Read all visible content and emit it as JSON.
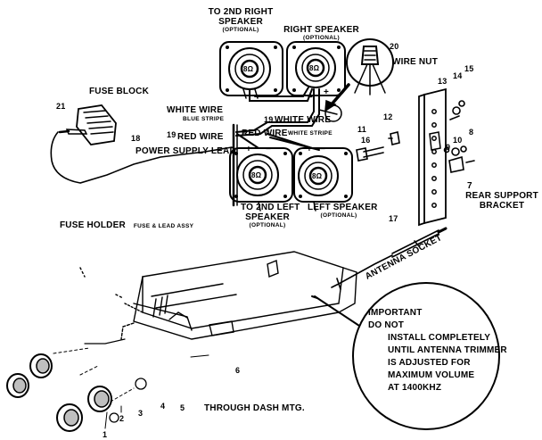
{
  "speakers": {
    "second_right": {
      "title_line1": "TO 2ND RIGHT",
      "title_line2": "SPEAKER",
      "note": "(OPTIONAL)",
      "ohm": "8Ω"
    },
    "right": {
      "title": "RIGHT SPEAKER",
      "note": "(OPTIONAL)",
      "ohm": "8Ω"
    },
    "second_left": {
      "title_line1": "TO 2ND LEFT",
      "title_line2": "SPEAKER",
      "note": "(OPTIONAL)",
      "ohm": "8Ω"
    },
    "left": {
      "title": "LEFT SPEAKER",
      "note": "(OPTIONAL)",
      "ohm": "8Ω"
    }
  },
  "wire_nut": {
    "number": "20",
    "label": "WIRE NUT"
  },
  "fuse_block": {
    "label": "FUSE BLOCK",
    "number": "21"
  },
  "fuse_holder": {
    "label": "FUSE HOLDER",
    "note": "FUSE & LEAD ASSY"
  },
  "wires": {
    "white_wire": "WHITE WIRE",
    "blue_stripe": "BLUE STRIPE",
    "red_wire": "RED WIRE",
    "red_wire_num": "19",
    "power_supply_lead": "POWER SUPPLY LEAD",
    "power_num": "18",
    "white_wire_2": "WHITE WIRE",
    "white_wire_2_num": "19",
    "red_wire_2": "RED WIRE",
    "white_stripe": "WHITE STRIPE"
  },
  "bracket": {
    "label_line1": "REAR SUPPORT",
    "label_line2": "BRACKET",
    "number": "7"
  },
  "antenna": {
    "label": "ANTENNA SOCKET",
    "number": "17"
  },
  "mounting": {
    "label": "THROUGH DASH MTG."
  },
  "notice": {
    "title": "IMPORTANT",
    "line1": "DO NOT",
    "line2": "INSTALL COMPLETELY",
    "line3": "UNTIL ANTENNA TRIMMER",
    "line4": "IS ADJUSTED FOR",
    "line5": "MAXIMUM VOLUME",
    "line6": "AT 1400KHz"
  },
  "part_numbers": {
    "p1": "1",
    "p2": "2",
    "p3": "3",
    "p4": "4",
    "p5": "5",
    "p6": "6",
    "p8": "8",
    "p9": "9",
    "p10": "10",
    "p11": "11",
    "p12": "12",
    "p13": "13",
    "p14": "14",
    "p15": "15",
    "p16": "16"
  },
  "polarity": {
    "plus": "+",
    "minus": "−"
  }
}
